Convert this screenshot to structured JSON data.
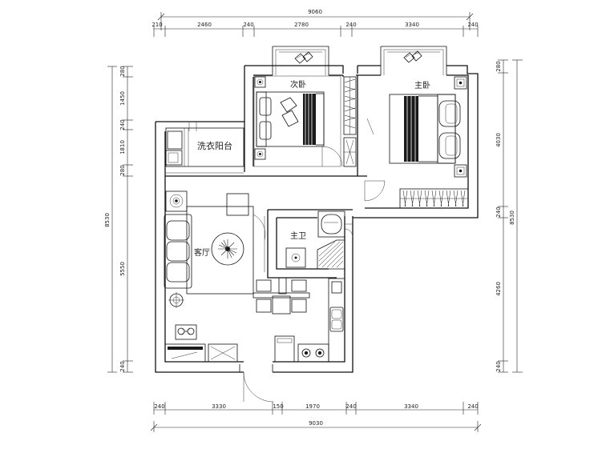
{
  "dimensions": {
    "top_total": "9060",
    "top_segments": [
      "210",
      "2460",
      "240",
      "2780",
      "240",
      "3340",
      "240"
    ],
    "bottom_total": "9030",
    "bottom_segments": [
      "240",
      "3330",
      "150",
      "1970",
      "240",
      "3340",
      "240"
    ],
    "left_total": "8530",
    "left_segments": [
      "280",
      "1450",
      "240",
      "1810",
      "280",
      "5550",
      "240"
    ],
    "right_total": "8530",
    "right_segments": [
      "280",
      "4030",
      "240",
      "4260",
      "240"
    ]
  },
  "rooms": {
    "second_bedroom": "次卧",
    "master_bedroom": "主卧",
    "laundry_balcony": "洗衣阳台",
    "living_room": "客厅",
    "bathroom": "主卫"
  }
}
